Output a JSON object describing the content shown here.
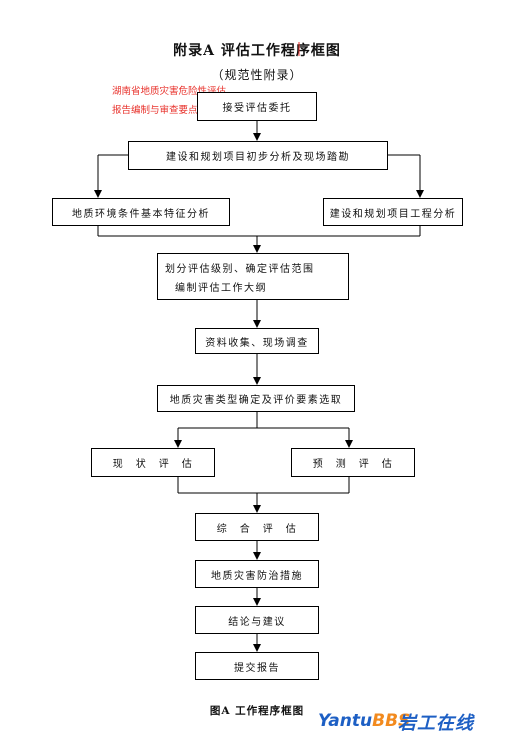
{
  "header": {
    "title": "附录A   评估工作程序框图",
    "subtitle": "（规范性附录）"
  },
  "annotation": "湖南省地质灾害危险性评估报告编制与审查要点",
  "nodes": {
    "entrust": "接受评估委托",
    "prelim": "建设和规划项目初步分析及现场踏勘",
    "env": "地质环境条件基本特征分析",
    "project": "建设和规划项目工程分析",
    "grade_line1": "划分评估级别、确定评估范围",
    "grade_line2": "编制评估工作大纲",
    "survey": "资料收集、现场调查",
    "hazard": "地质灾害类型确定及评价要素选取",
    "current": "现　状　评　估",
    "predict": "预　测　评　估",
    "comprehensive": "综　合　评　估",
    "prevention": "地质灾害防治措施",
    "conclusion": "结论与建议",
    "report": "提交报告"
  },
  "caption": "图A  工作程序框图",
  "watermark": {
    "part1": "Yantu",
    "part2": "BBS",
    "part3": "岩工在线"
  },
  "colors": {
    "annotation": "#e8312b",
    "watermark_blue": "#1d5fc4",
    "watermark_orange": "#f28a1e"
  }
}
